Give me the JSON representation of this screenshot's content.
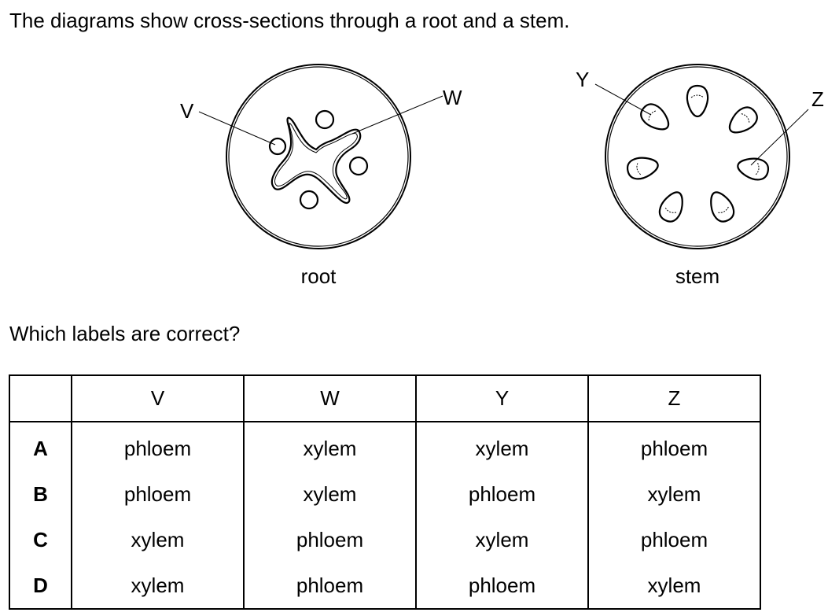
{
  "intro": "The diagrams show cross-sections through a root and a stem.",
  "diagram_labels": {
    "v": "V",
    "w": "W",
    "y": "Y",
    "z": "Z",
    "root_caption": "root",
    "stem_caption": "stem"
  },
  "prompt": "Which labels are correct?",
  "table": {
    "headers": [
      "",
      "V",
      "W",
      "Y",
      "Z"
    ],
    "rows": [
      {
        "option": "A",
        "values": [
          "phloem",
          "xylem",
          "xylem",
          "phloem"
        ]
      },
      {
        "option": "B",
        "values": [
          "phloem",
          "xylem",
          "phloem",
          "xylem"
        ]
      },
      {
        "option": "C",
        "values": [
          "xylem",
          "phloem",
          "xylem",
          "phloem"
        ]
      },
      {
        "option": "D",
        "values": [
          "xylem",
          "phloem",
          "phloem",
          "xylem"
        ]
      }
    ]
  }
}
